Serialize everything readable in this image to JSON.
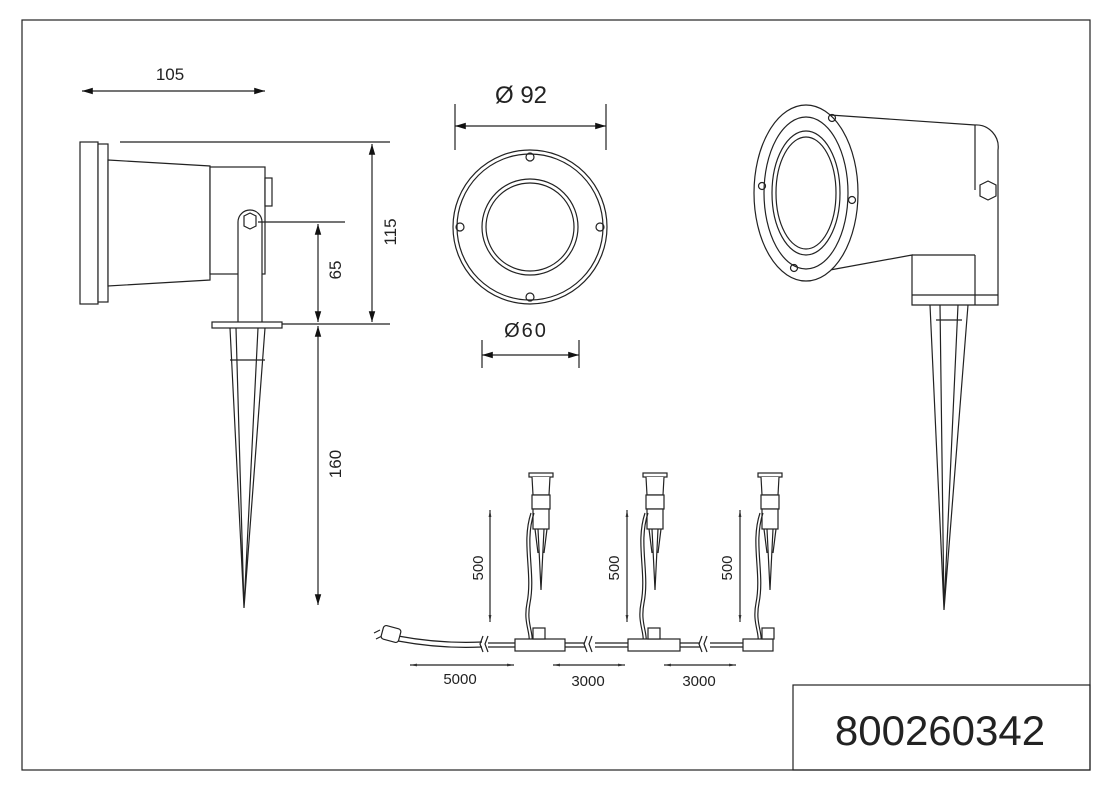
{
  "drawing": {
    "product_number": "800260342",
    "side_view": {
      "width": "105",
      "total_height": "115",
      "pivot_height": "65",
      "spike_length": "160"
    },
    "front_view": {
      "outer_diameter": "Ø 92",
      "inner_diameter": "Ø60"
    },
    "chain": {
      "cable_drops": [
        "500",
        "500",
        "500"
      ],
      "lengths": [
        "5000",
        "3000",
        "3000"
      ]
    }
  },
  "colors": {
    "line": "#222222",
    "background": "#ffffff"
  }
}
